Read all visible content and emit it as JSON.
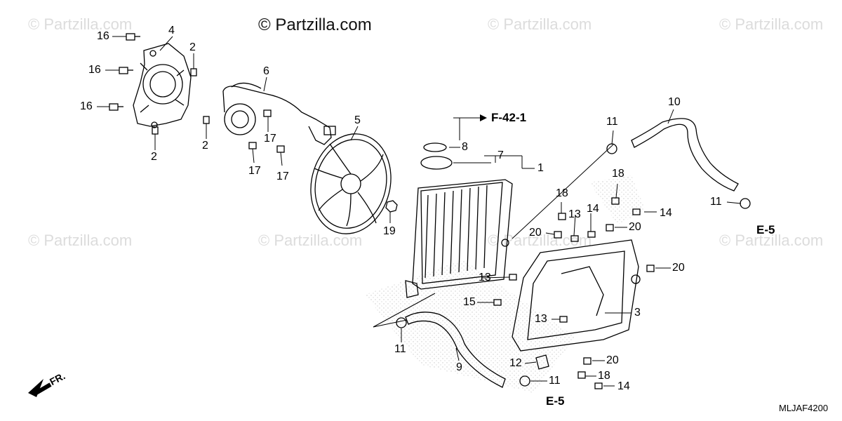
{
  "watermark_text": "© Partzilla.com",
  "copyright": "© Partzilla.com",
  "diagram_code": "MLJAF4200",
  "front_indicator": "FR.",
  "references": {
    "f42": "F-42-1",
    "e5_upper": "E-5",
    "e5_lower": "E-5"
  },
  "callouts": {
    "c1": "1",
    "c2a": "2",
    "c2b": "2",
    "c2c": "2",
    "c3": "3",
    "c4": "4",
    "c5": "5",
    "c6": "6",
    "c7": "7",
    "c8": "8",
    "c9": "9",
    "c10": "10",
    "c11a": "11",
    "c11b": "11",
    "c11c": "11",
    "c11d": "11",
    "c12": "12",
    "c13a": "13",
    "c13b": "13",
    "c13c": "13",
    "c14a": "14",
    "c14b": "14",
    "c14c": "14",
    "c15": "15",
    "c16a": "16",
    "c16b": "16",
    "c16c": "16",
    "c17a": "17",
    "c17b": "17",
    "c17c": "17",
    "c18a": "18",
    "c18b": "18",
    "c18c": "18",
    "c19": "19",
    "c20a": "20",
    "c20b": "20",
    "c20c": "20",
    "c20d": "20"
  },
  "colors": {
    "line": "#000000",
    "watermark": "#dcdcdc",
    "speckle": "#c8c8c8"
  }
}
